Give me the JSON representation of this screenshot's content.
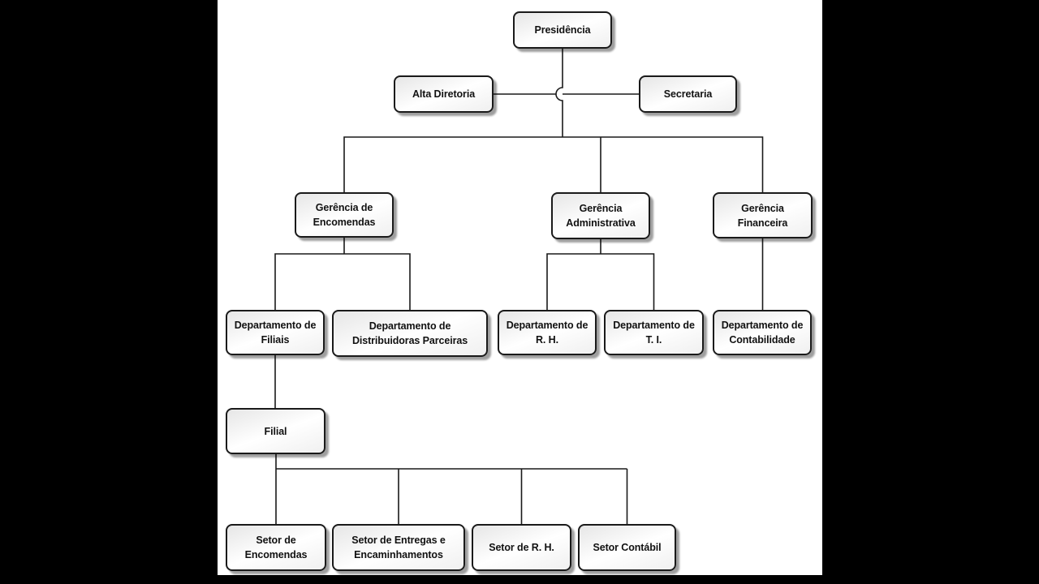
{
  "background": {
    "letterbox_color": "#000000",
    "canvas_color": "#ffffff"
  },
  "style": {
    "node_border_color": "#1a1a1a",
    "node_fill_top": "#e6e6e6",
    "node_fill_middle": "#ffffff",
    "node_fill_bottom": "#f0f0f0",
    "connector_color": "#1a1a1a",
    "shadow_color": "#616161",
    "text_color": "#111111"
  },
  "nodes": {
    "presidencia": {
      "label": "Presidência"
    },
    "alta_diretoria": {
      "label": "Alta Diretoria"
    },
    "secretaria": {
      "label": "Secretaria"
    },
    "gerencia_encomendas": {
      "label": "Gerência de\nEncomendas"
    },
    "gerencia_administrativa": {
      "label": "Gerência\nAdministrativa"
    },
    "gerencia_financeira": {
      "label": "Gerência\nFinanceira"
    },
    "departamento_filiais": {
      "label": "Departamento de\nFiliais"
    },
    "departamento_distribuidoras": {
      "label": "Departamento de\nDistribuidoras Parceiras"
    },
    "departamento_rh": {
      "label": "Departamento de\nR. H."
    },
    "departamento_ti": {
      "label": "Departamento de\nT. I."
    },
    "departamento_contabilidade": {
      "label": "Departamento de\nContabilidade"
    },
    "filial": {
      "label": "Filial"
    },
    "setor_encomendas": {
      "label": "Setor de\nEncomendas"
    },
    "setor_entregas": {
      "label": "Setor de Entregas e\nEncaminhamentos"
    },
    "setor_rh": {
      "label": "Setor de R. H."
    },
    "setor_contabil": {
      "label": "Setor Contábil"
    }
  },
  "hierarchy": {
    "root": "presidencia",
    "staff_of_root": [
      "alta_diretoria",
      "secretaria"
    ],
    "children": {
      "presidencia": [
        "gerencia_encomendas",
        "gerencia_administrativa",
        "gerencia_financeira"
      ],
      "gerencia_encomendas": [
        "departamento_filiais",
        "departamento_distribuidoras"
      ],
      "gerencia_administrativa": [
        "departamento_rh",
        "departamento_ti"
      ],
      "gerencia_financeira": [
        "departamento_contabilidade"
      ],
      "departamento_filiais": [
        "filial"
      ],
      "filial": [
        "setor_encomendas",
        "setor_entregas",
        "setor_rh",
        "setor_contabil"
      ]
    }
  }
}
